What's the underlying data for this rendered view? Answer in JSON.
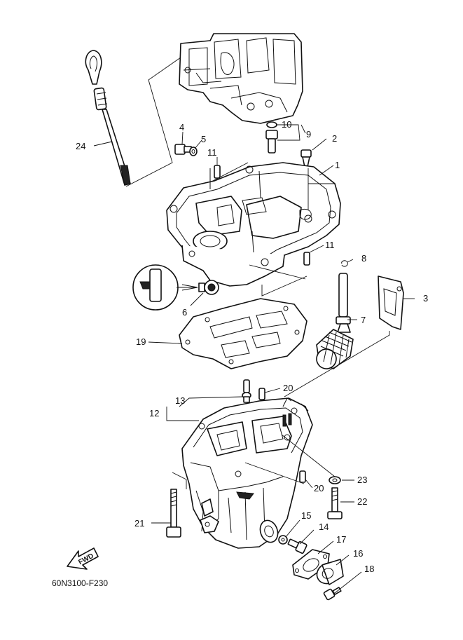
{
  "diagram": {
    "figure_code": "60N3100-F230",
    "fwd_label": "FWD",
    "callouts": {
      "c1": "1",
      "c2": "2",
      "c3": "3",
      "c4": "4",
      "c5": "5",
      "c6": "6",
      "c7": "7",
      "c8": "8",
      "c9": "9",
      "c10": "10",
      "c11a": "11",
      "c11b": "11",
      "c12": "12",
      "c13": "13",
      "c14": "14",
      "c15": "15",
      "c16": "16",
      "c17": "17",
      "c18": "18",
      "c19": "19",
      "c20a": "20",
      "c20b": "20",
      "c21": "21",
      "c22": "22",
      "c23": "23",
      "c24": "24"
    }
  }
}
